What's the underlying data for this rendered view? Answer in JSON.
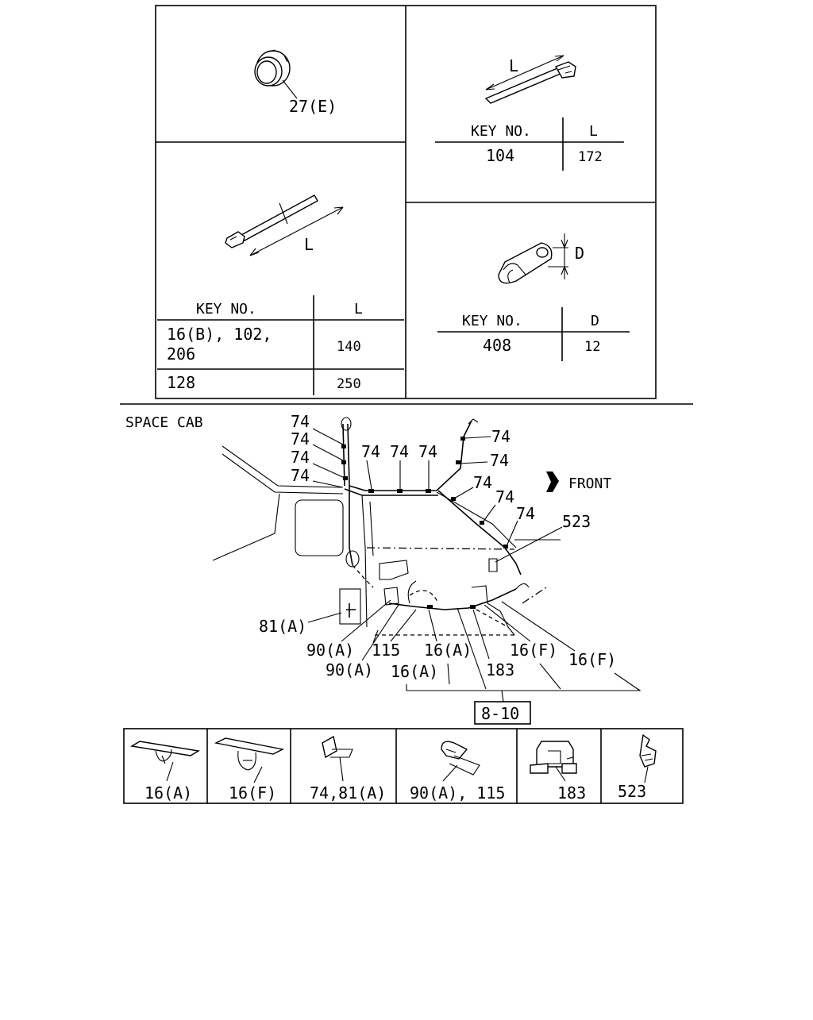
{
  "top_panels": {
    "grommet": {
      "callout": "27(E)"
    },
    "tie_104": {
      "dim_letter": "L",
      "header_key": "KEY NO.",
      "header_val": "L",
      "rows": [
        {
          "key": "104",
          "val": "172"
        }
      ]
    },
    "tie_long": {
      "dim_letter": "L",
      "header_key": "KEY NO.",
      "header_val": "L",
      "rows": [
        {
          "key_line1": "16(B), 102,",
          "key_line2": "206",
          "val": "140"
        },
        {
          "key": "128",
          "val": "250"
        }
      ]
    },
    "clip_408": {
      "dim_letter": "D",
      "header_key": "KEY NO.",
      "header_val": "D",
      "rows": [
        {
          "key": "408",
          "val": "12"
        }
      ]
    }
  },
  "main": {
    "title": "SPACE CAB",
    "front_label": "FRONT",
    "ref_box": "8-10",
    "callouts_74": [
      "74",
      "74",
      "74",
      "74",
      "74",
      "74",
      "74",
      "74",
      "74",
      "74",
      "74",
      "74"
    ],
    "callouts": {
      "c523": "523",
      "c81a": "81(A)",
      "c90a_1": "90(A)",
      "c90a_2": "90(A)",
      "c115": "115",
      "c16a_1": "16(A)",
      "c16a_2": "16(A)",
      "c183": "183",
      "c16f_1": "16(F)",
      "c16f_2": "16(F)"
    }
  },
  "legend": [
    {
      "label": "16(A)"
    },
    {
      "label": "16(F)"
    },
    {
      "label": "74,81(A)"
    },
    {
      "label": "90(A), 115"
    },
    {
      "label": "183"
    },
    {
      "label": "523"
    }
  ]
}
